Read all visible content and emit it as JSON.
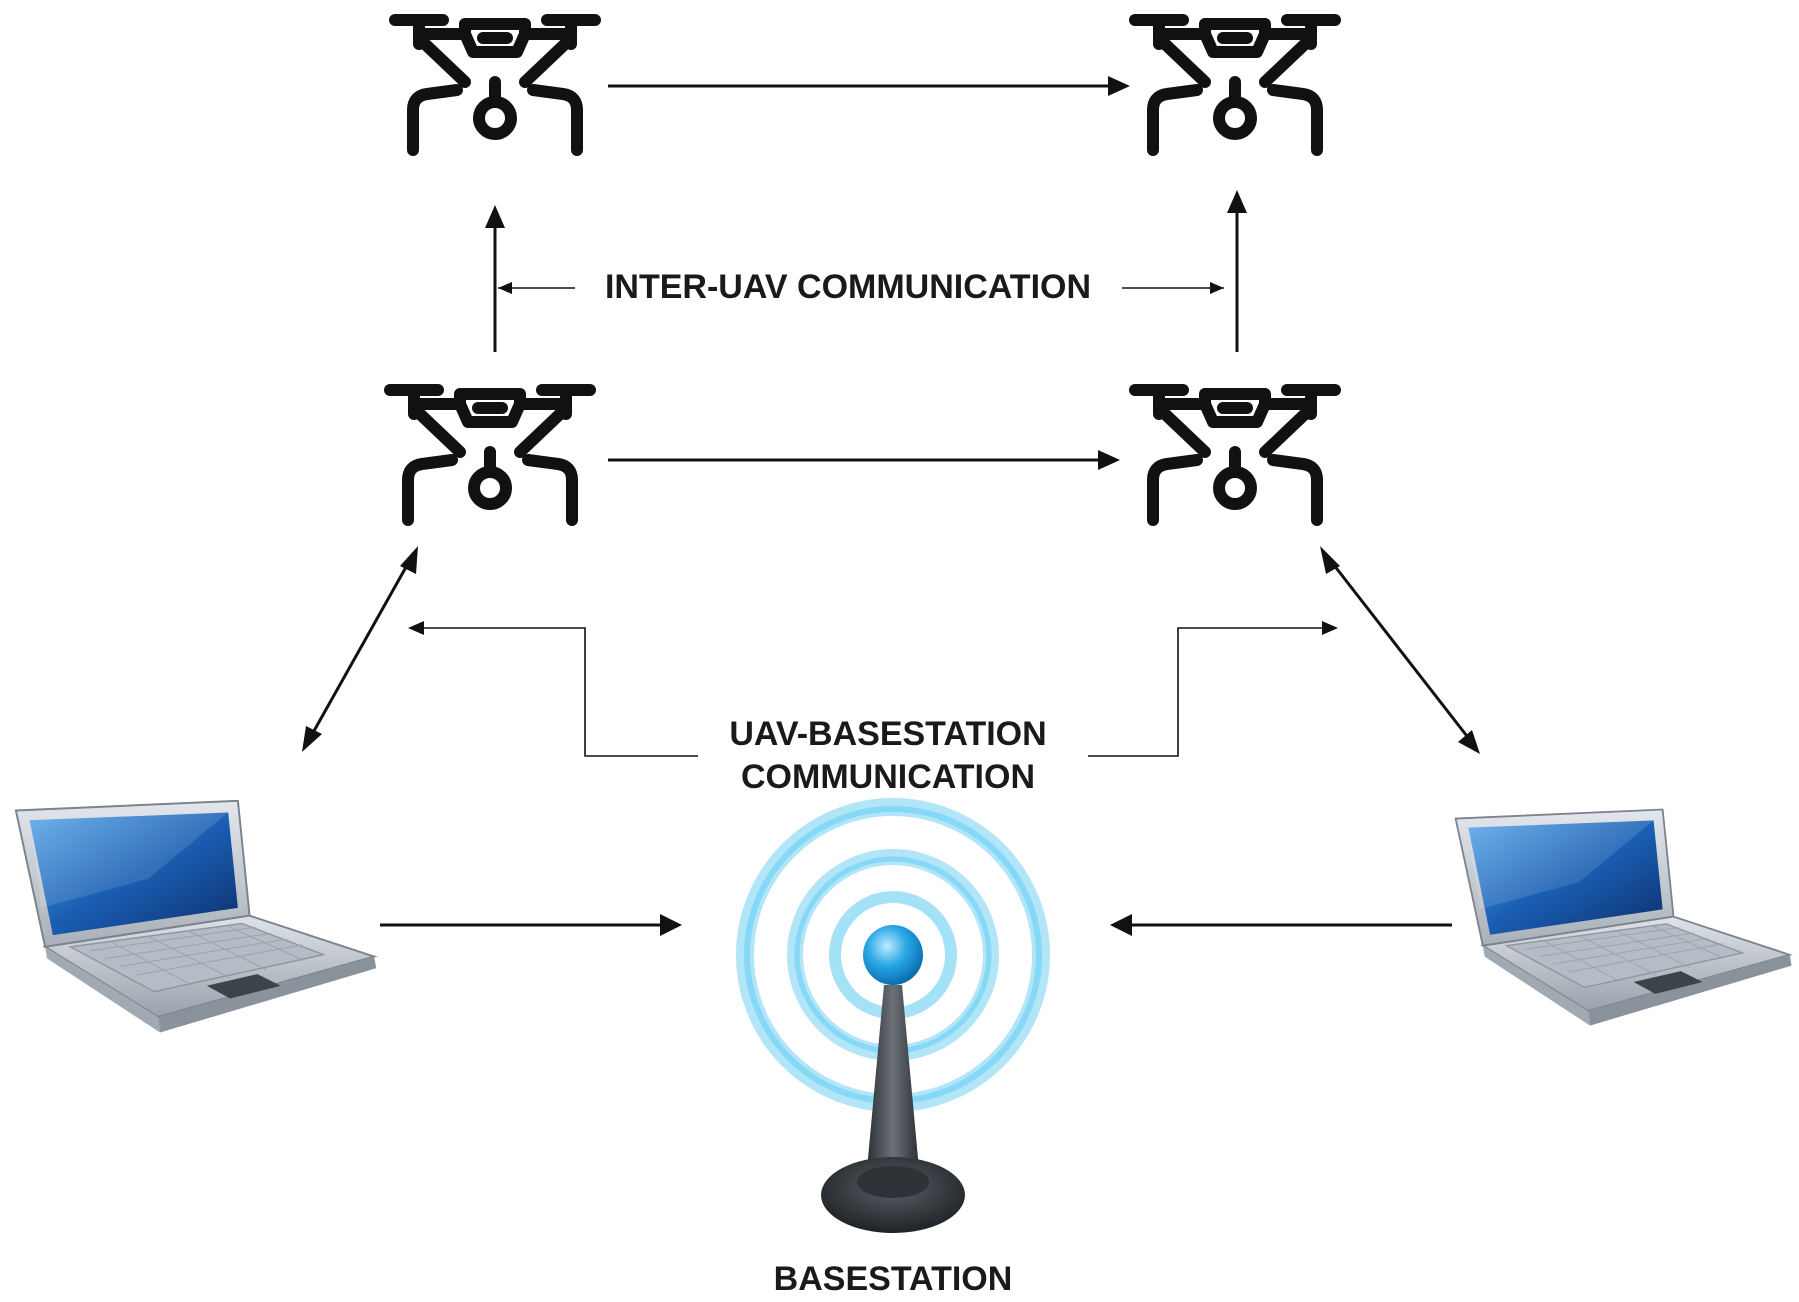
{
  "labels": {
    "inter_uav": "INTER-UAV COMMUNICATION",
    "uav_basestation_line1": "UAV-BASESTATION",
    "uav_basestation_line2": "COMMUNICATION",
    "basestation": "BASESTATION"
  },
  "icons": {
    "drone": "drone-icon",
    "laptop": "laptop-icon",
    "basestation": "antenna-icon"
  },
  "colors": {
    "stroke": "#111111",
    "signal": "#22b5e8",
    "signal_core": "#1e9fdc",
    "laptop_screen": "#1a5fb4",
    "laptop_body": "#c7ccd3",
    "antenna_base": "#3a3f44"
  }
}
